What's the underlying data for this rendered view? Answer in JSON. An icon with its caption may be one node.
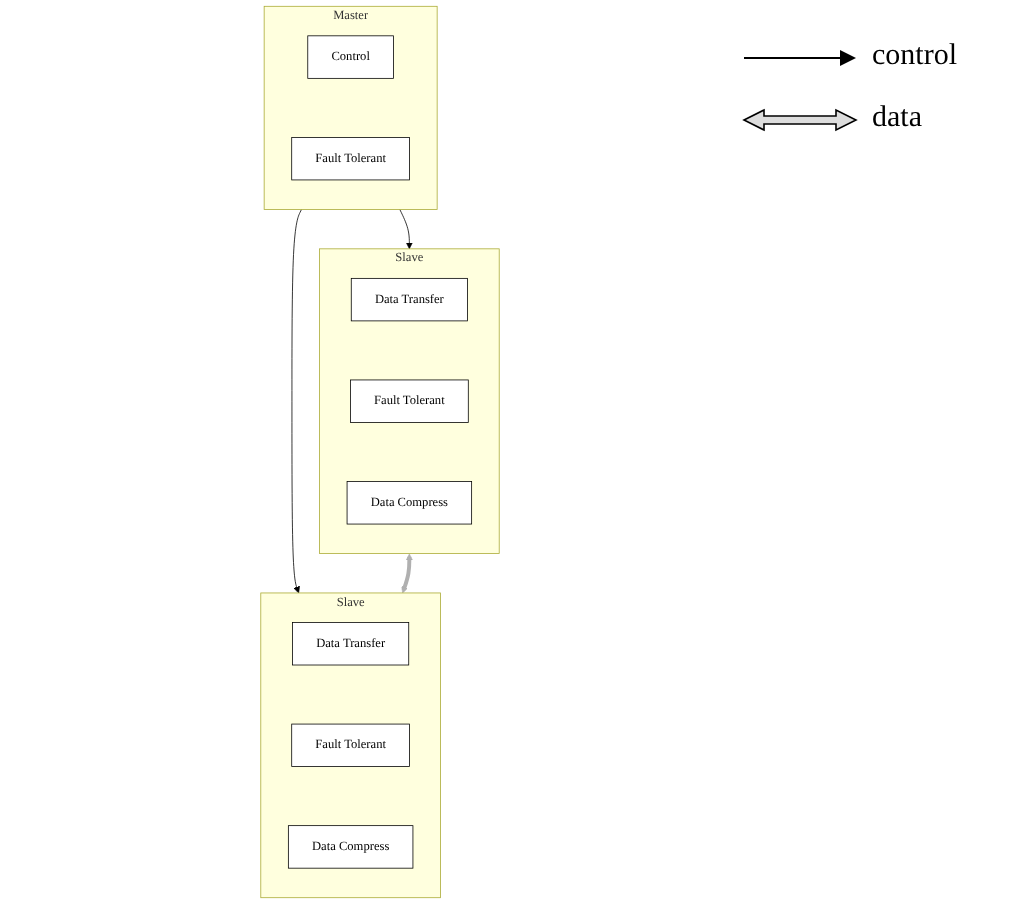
{
  "diagram": {
    "nodes": [
      {
        "text": [
          "Master"
        ]
      },
      {
        "text": [
          "Control"
        ],
        "in": 0
      },
      {
        "text": [
          "Fault Tolerant"
        ],
        "in": 0
      },
      {
        "text": [
          "Slave"
        ]
      },
      {
        "text": [
          "Data Transfer"
        ],
        "in": 3
      },
      {
        "text": [
          "Fault Tolerant"
        ],
        "in": 3
      },
      {
        "text": [
          "Data Compress"
        ],
        "in": 3
      },
      {
        "text": [
          "Slave"
        ]
      },
      {
        "text": [
          "Data Transfer"
        ],
        "in": 7
      },
      {
        "text": [
          "Fault Tolerant"
        ],
        "in": 7
      },
      {
        "text": [
          "Data Compress"
        ],
        "in": 7
      }
    ],
    "edges": [
      {
        "from": 0,
        "to": 3,
        "arrow": "to"
      },
      {
        "from": 0,
        "to": 7,
        "arrow": "to"
      },
      {
        "from": 3,
        "to": 7,
        "arrow": "both",
        "style": "thick",
        "color": "#b0b0b0"
      }
    ],
    "legend": [
      {
        "text": "control"
      },
      {
        "text": "data"
      }
    ]
  }
}
